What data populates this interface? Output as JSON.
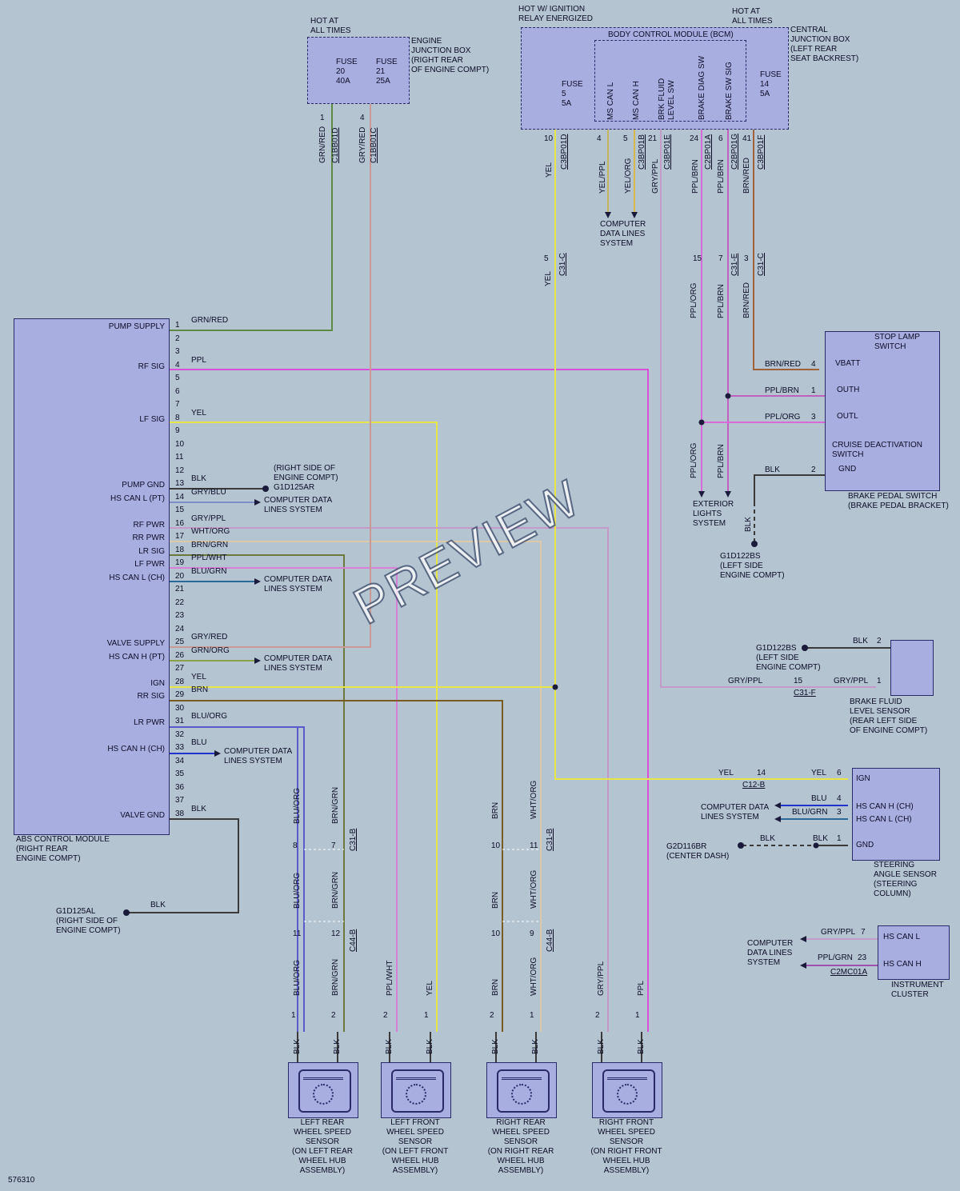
{
  "figure_id": "576310",
  "watermark": "PREVIEW",
  "engine_jb": {
    "hot": "HOT AT\nALL TIMES",
    "label": "ENGINE\nJUNCTION BOX\n(RIGHT REAR\nOF ENGINE COMPT)",
    "fuse20": "FUSE\n20\n40A",
    "fuse21": "FUSE\n21\n25A",
    "pin1": "1",
    "pin4": "4",
    "conn_a": "C1BB01D",
    "conn_b": "C1BB01C",
    "wire_a": "GRN/RED",
    "wire_b": "GRY/RED"
  },
  "bcm": {
    "hot_ign": "HOT W/ IGNITION\nRELAY ENERGIZED",
    "hot_all": "HOT AT\nALL TIMES",
    "title": "BODY CONTROL MODULE (BCM)",
    "cjb": "CENTRAL\nJUNCTION BOX\n(LEFT REAR\nSEAT BACKREST)",
    "fuse5": "FUSE\n5\n5A",
    "fuse14": "FUSE\n14\n5A",
    "inner": [
      "MS CAN L",
      "MS CAN H",
      "BRK FLUID\nLEVEL SW",
      "BRAKE DIAG SW",
      "BRAKE SW SIG"
    ],
    "pins": [
      "10",
      "4",
      "5",
      "21",
      "24",
      "6",
      "41"
    ],
    "conns": [
      "C3BP01D",
      "C3BP01B",
      "C3BP01E",
      "C2BP01A",
      "C2BP01G",
      "C3BP01F"
    ],
    "wires": [
      "YEL",
      "YEL/PPL",
      "YEL/ORG",
      "GRY/PPL",
      "PPL/BRN",
      "PPL/BRN",
      "BRN/RED"
    ],
    "cdl": "COMPUTER\nDATA LINES\nSYSTEM"
  },
  "c31c": {
    "pins": [
      "5",
      "15",
      "7",
      "3"
    ],
    "conns": [
      "C31-C",
      "C31-E",
      "C31-C"
    ],
    "wires": [
      "YEL",
      "PPL/ORG",
      "PPL/BRN",
      "BRN/RED"
    ]
  },
  "abs": {
    "label": "ABS CONTROL MODULE\n(RIGHT REAR\nENGINE COMPT)",
    "pins": [
      {
        "n": "1",
        "name": "PUMP SUPPLY",
        "wire": "GRN/RED"
      },
      {
        "n": "2",
        "name": "",
        "wire": ""
      },
      {
        "n": "3",
        "name": "",
        "wire": ""
      },
      {
        "n": "4",
        "name": "RF SIG",
        "wire": "PPL"
      },
      {
        "n": "5",
        "name": "",
        "wire": ""
      },
      {
        "n": "6",
        "name": "",
        "wire": ""
      },
      {
        "n": "7",
        "name": "",
        "wire": ""
      },
      {
        "n": "8",
        "name": "LF SIG",
        "wire": "YEL"
      },
      {
        "n": "9",
        "name": "",
        "wire": ""
      },
      {
        "n": "10",
        "name": "",
        "wire": ""
      },
      {
        "n": "11",
        "name": "",
        "wire": ""
      },
      {
        "n": "12",
        "name": "",
        "wire": ""
      },
      {
        "n": "13",
        "name": "PUMP GND",
        "wire": "BLK"
      },
      {
        "n": "14",
        "name": "HS CAN L (PT)",
        "wire": "GRY/BLU"
      },
      {
        "n": "15",
        "name": "",
        "wire": ""
      },
      {
        "n": "16",
        "name": "RF PWR",
        "wire": "GRY/PPL"
      },
      {
        "n": "17",
        "name": "RR PWR",
        "wire": "WHT/ORG"
      },
      {
        "n": "18",
        "name": "LR SIG",
        "wire": "BRN/GRN"
      },
      {
        "n": "19",
        "name": "LF PWR",
        "wire": "PPL/WHT"
      },
      {
        "n": "20",
        "name": "HS CAN L (CH)",
        "wire": "BLU/GRN"
      },
      {
        "n": "21",
        "name": "",
        "wire": ""
      },
      {
        "n": "22",
        "name": "",
        "wire": ""
      },
      {
        "n": "23",
        "name": "",
        "wire": ""
      },
      {
        "n": "24",
        "name": "",
        "wire": ""
      },
      {
        "n": "25",
        "name": "VALVE SUPPLY",
        "wire": "GRY/RED"
      },
      {
        "n": "26",
        "name": "HS CAN H (PT)",
        "wire": "GRN/ORG"
      },
      {
        "n": "27",
        "name": "",
        "wire": ""
      },
      {
        "n": "28",
        "name": "IGN",
        "wire": "YEL"
      },
      {
        "n": "29",
        "name": "RR SIG",
        "wire": "BRN"
      },
      {
        "n": "30",
        "name": "",
        "wire": ""
      },
      {
        "n": "31",
        "name": "LR PWR",
        "wire": "BLU/ORG"
      },
      {
        "n": "32",
        "name": "",
        "wire": ""
      },
      {
        "n": "33",
        "name": "HS CAN H (CH)",
        "wire": "BLU"
      },
      {
        "n": "34",
        "name": "",
        "wire": ""
      },
      {
        "n": "35",
        "name": "",
        "wire": ""
      },
      {
        "n": "36",
        "name": "",
        "wire": ""
      },
      {
        "n": "37",
        "name": "",
        "wire": ""
      },
      {
        "n": "38",
        "name": "VALVE GND",
        "wire": "BLK"
      }
    ],
    "gnd_pump": "(RIGHT SIDE OF\nENGINE COMPT)\nG1D125AR",
    "gnd_valve": "G1D125AL\n(RIGHT SIDE OF\nENGINE COMPT)",
    "gnd_valve_wire": "BLK",
    "cdl": "COMPUTER DATA\nLINES SYSTEM"
  },
  "stop_lamp": {
    "title": "STOP LAMP\nSWITCH",
    "vbatt": "VBATT",
    "outh": "OUTH",
    "outl": "OUTL",
    "cruise": "CRUISE DEACTIVATION\nSWITCH",
    "gnd": "GND",
    "label": "BRAKE PEDAL SWITCH\n(BRAKE PEDAL BRACKET)",
    "rows": [
      {
        "wire": "BRN/RED",
        "pin": "4"
      },
      {
        "wire": "PPL/BRN",
        "pin": "1"
      },
      {
        "wire": "PPL/ORG",
        "pin": "3"
      },
      {
        "wire": "BLK",
        "pin": "2"
      }
    ],
    "down_wires": [
      "PPL/ORG",
      "PPL/BRN"
    ],
    "ext": "EXTERIOR\nLIGHTS\nSYSTEM",
    "gnd_wire": "BLK",
    "gnd_label": "G1D122BS\n(LEFT SIDE\nENGINE COMPT)"
  },
  "fluid": {
    "gnd_label": "G1D122BS\n(LEFT SIDE\nENGINE COMPT)",
    "blk": "BLK",
    "pin2": "2",
    "wire_left": "GRY/PPL",
    "pin15": "15",
    "conn": "C31-F",
    "wire_right": "GRY/PPL",
    "pin1": "1",
    "label": "BRAKE FLUID\nLEVEL SENSOR\n(REAR LEFT SIDE\nOF ENGINE COMPT)"
  },
  "steer": {
    "ign": "IGN",
    "canh": "HS CAN H (CH)",
    "canl": "HS CAN L (CH)",
    "gnd": "GND",
    "label": "STEERING\nANGLE SENSOR\n(STEERING\nCOLUMN)",
    "rows": [
      {
        "left": "YEL",
        "pin_a": "14",
        "right": "YEL",
        "pin_b": "6"
      },
      {
        "wire": "BLU",
        "pin": "4"
      },
      {
        "wire": "BLU/GRN",
        "pin": "3"
      },
      {
        "wire": "BLK",
        "pin": "1"
      }
    ],
    "conn": "C12-B",
    "cdl": "COMPUTER DATA\nLINES SYSTEM",
    "gnd_label": "G2D116BR\n(CENTER DASH)",
    "gnd_wire": "BLK"
  },
  "cluster": {
    "canl": "HS CAN L",
    "canh": "HS CAN H",
    "label": "INSTRUMENT\nCLUSTER",
    "cdl": "COMPUTER\nDATA LINES\nSYSTEM",
    "w1": "GRY/PPL",
    "p1": "7",
    "w2": "PPL/GRN",
    "p2": "23",
    "conn": "C2MC01A"
  },
  "sensors": [
    {
      "label": "LEFT REAR\nWHEEL SPEED\nSENSOR\n(ON LEFT REAR\nWHEEL HUB\nASSEMBLY)",
      "wires_top": [
        "BLU/ORG",
        "BRN/GRN"
      ],
      "c31": [
        "8",
        "7"
      ],
      "c31_conn": "C31-B",
      "c44": [
        "11",
        "12"
      ],
      "c44_conn": "C44-B",
      "pins": [
        "1",
        "2"
      ],
      "blk": [
        "BLK",
        "BLK"
      ]
    },
    {
      "label": "LEFT FRONT\nWHEEL SPEED\nSENSOR\n(ON LEFT FRONT\nWHEEL HUB\nASSEMBLY)",
      "wires": [
        "PPL/WHT",
        "YEL"
      ],
      "pins": [
        "2",
        "1"
      ],
      "blk": [
        "BLK",
        "BLK"
      ]
    },
    {
      "label": "RIGHT REAR\nWHEEL SPEED\nSENSOR\n(ON RIGHT REAR\nWHEEL HUB\nASSEMBLY)",
      "wires_top": [
        "BRN",
        "WHT/ORG"
      ],
      "c31": [
        "10",
        "11"
      ],
      "c31_conn": "C31-B",
      "c44": [
        "10",
        "9"
      ],
      "c44_conn": "C44-B",
      "pins": [
        "2",
        "1"
      ],
      "blk": [
        "BLK",
        "BLK"
      ]
    },
    {
      "label": "RIGHT FRONT\nWHEEL SPEED\nSENSOR\n(ON RIGHT FRONT\nWHEEL HUB\nASSEMBLY)",
      "wires": [
        "GRY/PPL",
        "PPL"
      ],
      "pins": [
        "2",
        "1"
      ],
      "blk": [
        "BLK",
        "BLK"
      ]
    }
  ]
}
